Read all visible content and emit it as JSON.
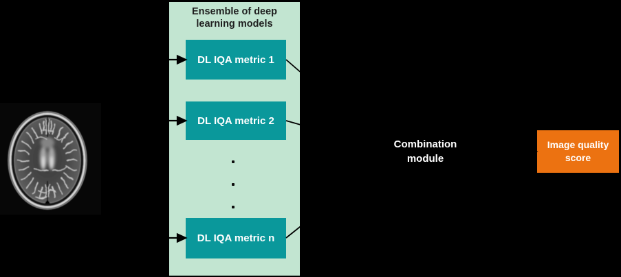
{
  "colors": {
    "page_background": "#000000",
    "panel_background": "#c2e5d1",
    "metric_box_background": "#0a989b",
    "metric_box_text": "#ffffff",
    "panel_title_text": "#1f1f1f",
    "combination_text": "#ffffff",
    "output_box_background": "#ec7211",
    "output_box_text": "#ffffff",
    "connector": "#000000"
  },
  "input_image": {
    "icon": "brain-mri-image",
    "description": "Axial T2-weighted brain MRI slice"
  },
  "ensemble_panel": {
    "title": "Ensemble of deep learning models",
    "title_lines": [
      "Ensemble of deep",
      "learning models"
    ],
    "metric_boxes": [
      {
        "label": "DL IQA metric 1"
      },
      {
        "label": "DL IQA metric 2"
      },
      {
        "label": "DL IQA metric n"
      }
    ],
    "ellipsis_dots": 3
  },
  "combination_module": {
    "label": "Combination module",
    "lines": [
      "Combination",
      "module"
    ]
  },
  "output_box": {
    "label": "Image quality score",
    "lines": [
      "Image quality",
      "score"
    ]
  }
}
